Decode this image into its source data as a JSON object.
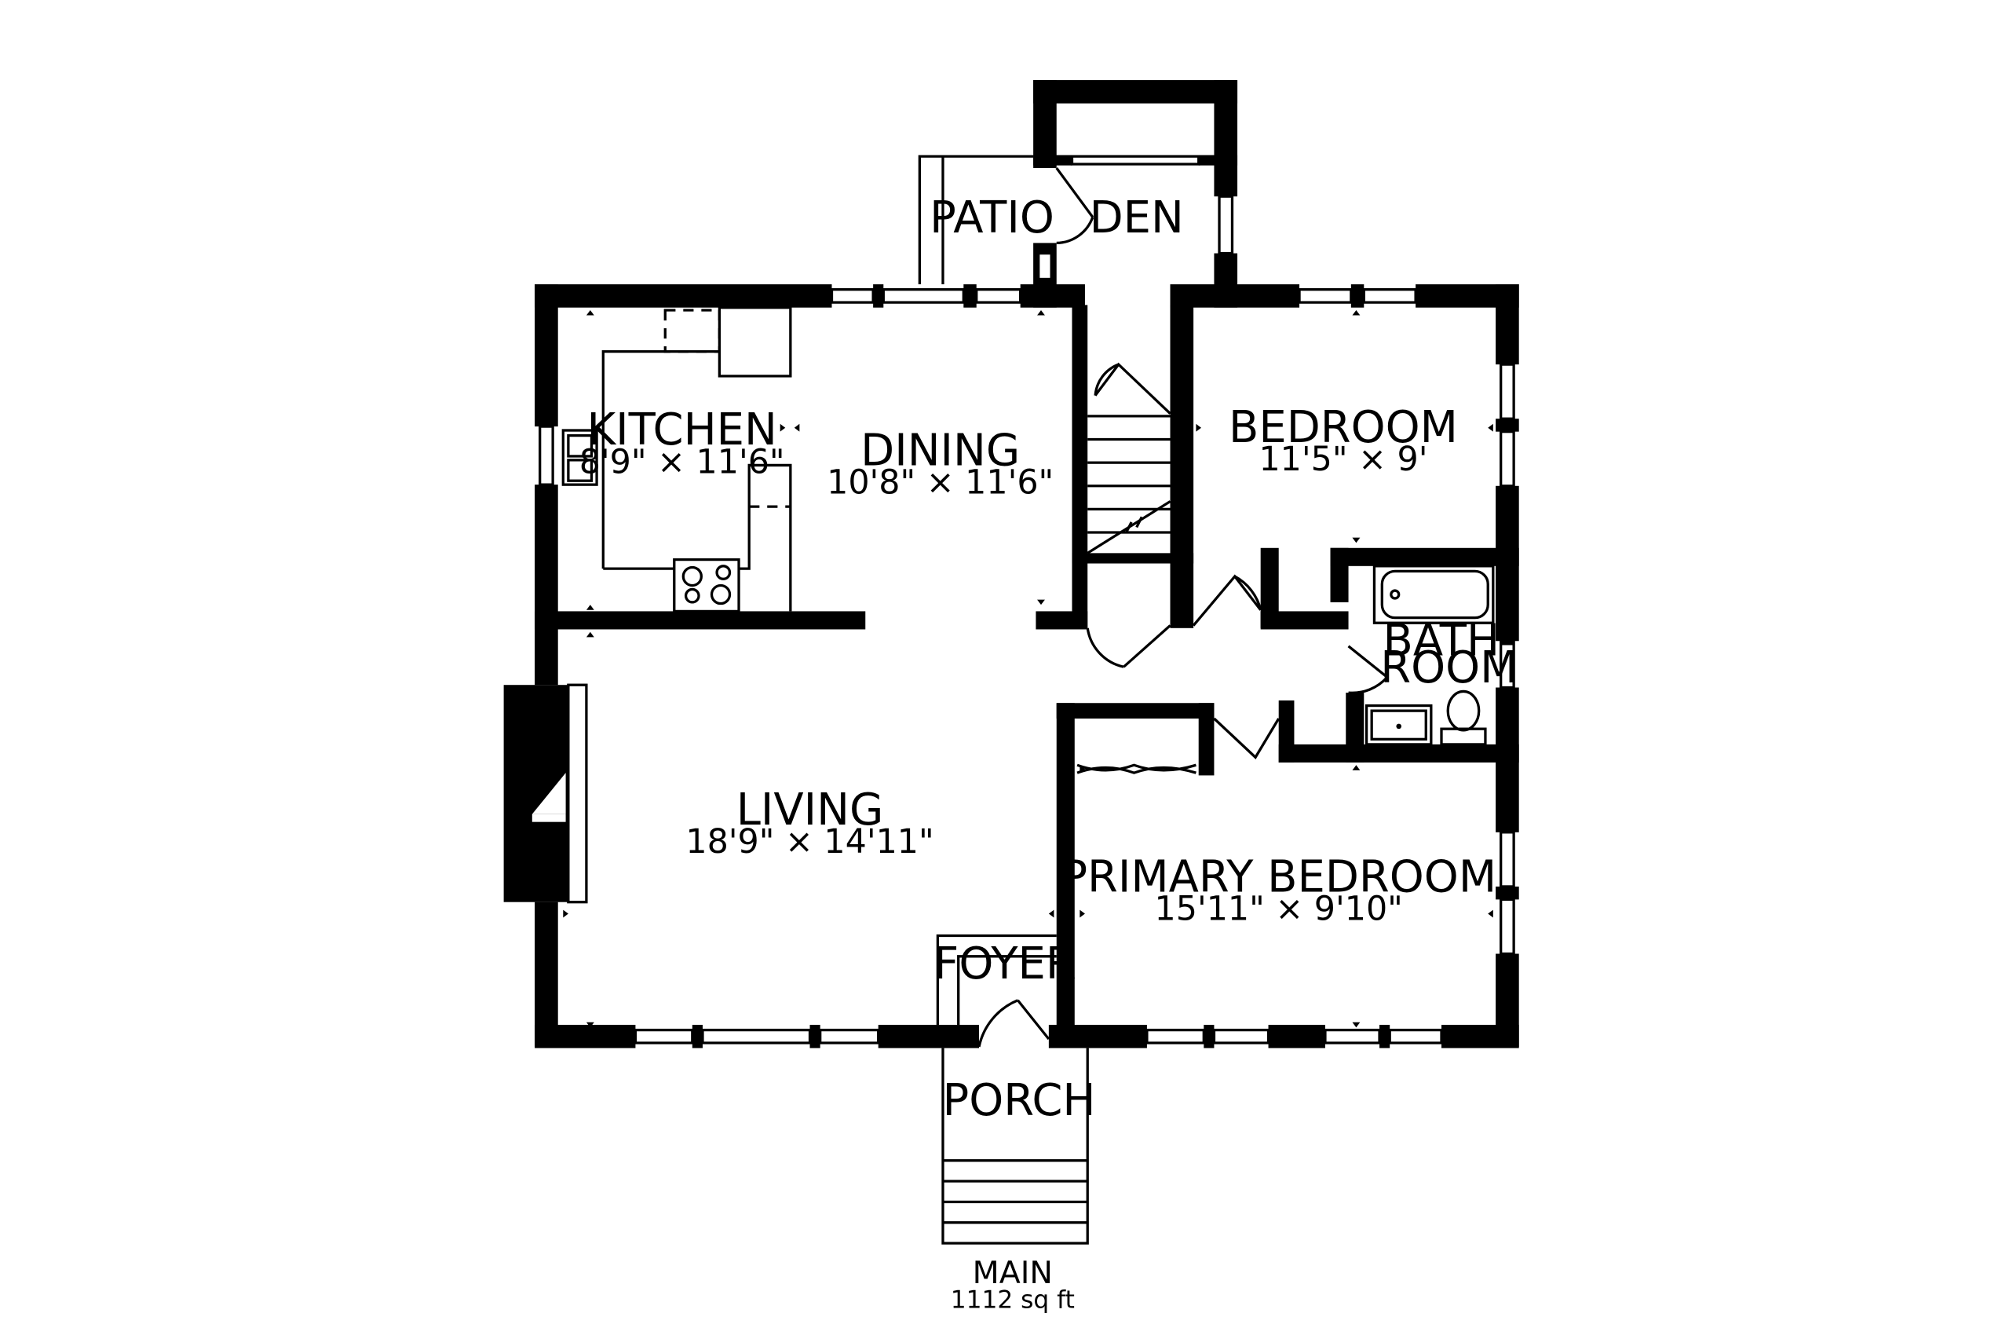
{
  "rooms": {
    "patio": {
      "name": "PATIO"
    },
    "den": {
      "name": "DEN"
    },
    "kitchen": {
      "name": "KITCHEN",
      "dims": "8'9\" × 11'6\""
    },
    "dining": {
      "name": "DINING",
      "dims": "10'8\" × 11'6\""
    },
    "bedroom": {
      "name": "BEDROOM",
      "dims": "11'5\" × 9'"
    },
    "bathroom": {
      "name_line1": "BATH-",
      "name_line2": "ROOM"
    },
    "living": {
      "name": "LIVING",
      "dims": "18'9\" × 14'11\""
    },
    "primary_bedroom": {
      "name": "PRIMARY BEDROOM",
      "dims": "15'11\" × 9'10\""
    },
    "foyer": {
      "name": "FOYER"
    },
    "porch": {
      "name": "PORCH"
    }
  },
  "caption": {
    "level": "MAIN",
    "area": "1112 sq ft"
  },
  "colors": {
    "walls": "#000000",
    "background": "#ffffff"
  }
}
